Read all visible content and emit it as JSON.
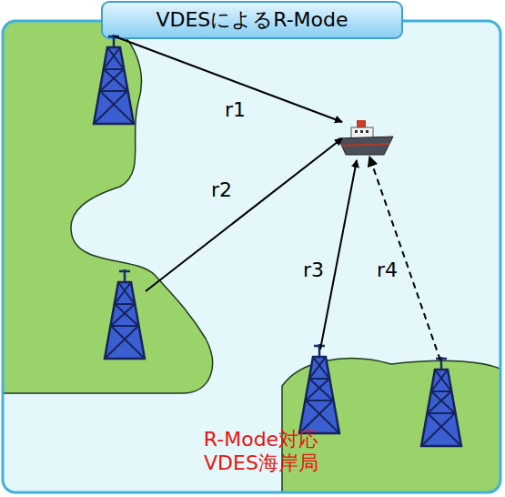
{
  "diagram": {
    "title": "VDESによるR-Mode",
    "labels": [
      "r1",
      "r2",
      "r3",
      "r4",
      "R-Mode対応 VDES海岸局"
    ]
  }
}
